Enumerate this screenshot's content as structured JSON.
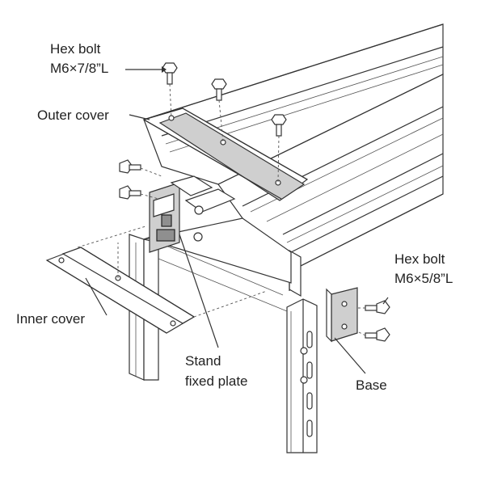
{
  "labels": {
    "hex_bolt_top": [
      "Hex bolt",
      "M6×7/8”L"
    ],
    "outer_cover": "Outer cover",
    "inner_cover": "Inner cover",
    "stand_fixed_plate": [
      "Stand",
      "fixed plate"
    ],
    "hex_bolt_right": [
      "Hex bolt",
      "M6×5/8”L"
    ],
    "base": "Base"
  }
}
